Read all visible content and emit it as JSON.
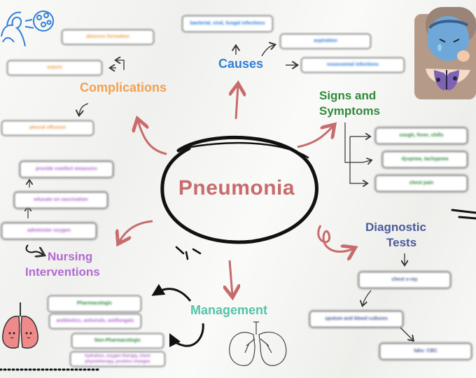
{
  "central": {
    "title": "Pneumonia"
  },
  "causes": {
    "title": "Causes",
    "items": [
      "bacterial, viral, fungal infections",
      "aspiration",
      "nosocomial infections"
    ]
  },
  "complications": {
    "title": "Complications",
    "items": [
      "abscess formation",
      "sepsis",
      "pleural effusion"
    ]
  },
  "signs": {
    "title_line1": "Signs and",
    "title_line2": "Symptoms",
    "items": [
      "cough, fever, chills",
      "dyspnea, tachypnea",
      "chest pain"
    ]
  },
  "diagnostic": {
    "title_line1": "Diagnostic",
    "title_line2": "Tests",
    "items": [
      "chest x-ray",
      "sputum and blood cultures",
      "labs: CBC"
    ]
  },
  "nursing": {
    "title_line1": "Nursing",
    "title_line2": "Interventions",
    "items": [
      "provide comfort measures",
      "educate on vaccination",
      "administer oxygen"
    ]
  },
  "management": {
    "title": "Management",
    "pharm_label": "Pharmacologic",
    "pharm_item": "antibiotics, antivirals, antifungals",
    "nonpharm_label": "Non-Pharmacologic",
    "nonpharm_item": "hydration, oxygen therapy, chest physiotherapy, position changes"
  },
  "colors": {
    "arrow": "#c76b6b",
    "blue": "#2f7fd6",
    "orange": "#f2a14e",
    "green": "#2f8a3a",
    "purple": "#b06ad0",
    "teal": "#53c4a6",
    "navy": "#4a5a9a"
  },
  "icons": [
    "cough-person-icon",
    "sick-person-icon",
    "lungs-cartoon-icon",
    "lungs-outline-icon"
  ]
}
